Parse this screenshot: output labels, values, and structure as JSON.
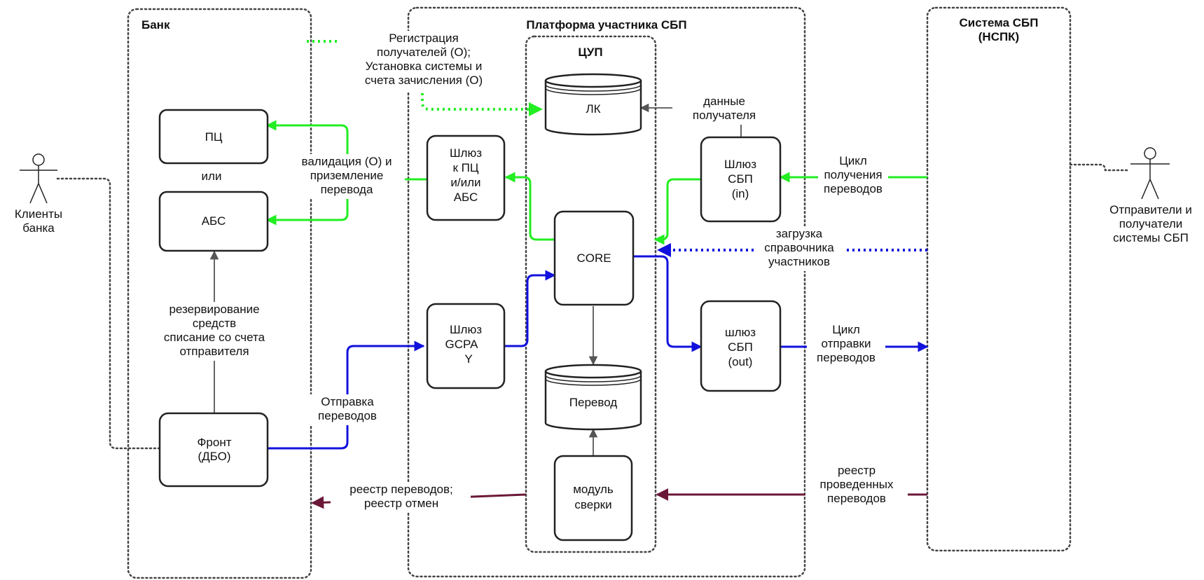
{
  "containers": {
    "bank": "Банк",
    "platform": "Платформа участника СБП",
    "cup": "ЦУП",
    "sbp_line1": "Система СБП",
    "sbp_line2": "(НСПК)"
  },
  "boxes": {
    "pc": "ПЦ",
    "or": "или",
    "abs": "АБС",
    "front": [
      "Фронт",
      "(ДБО)"
    ],
    "gw_pc": [
      "Шлюз",
      "к ПЦ",
      "и/или",
      "АБС"
    ],
    "gw_gcpa": [
      "Шлюз",
      "GCPA",
      "Y"
    ],
    "core": "CORE",
    "lk": "ЛК",
    "perevod": "Перевод",
    "modul": [
      "модуль",
      "сверки"
    ],
    "gw_in": [
      "Шлюз",
      "СБП",
      "(in)"
    ],
    "gw_out": [
      "шлюз",
      "СБП",
      "(out)"
    ]
  },
  "actors": {
    "clients": [
      "Клиенты",
      "банка"
    ],
    "senders": [
      "Отправители и",
      "получатели",
      "системы СБП"
    ]
  },
  "labels": {
    "registration": [
      "Регистрация",
      "получателей (О);",
      "Установка системы и",
      "счета зачисления (О)"
    ],
    "validation": [
      "валидация (О) и",
      "приземление",
      "перевода"
    ],
    "reserve": [
      "резервирование",
      "средств",
      "списание со счета",
      "отправителя"
    ],
    "send": [
      "Отправка",
      "переводов"
    ],
    "recipient_data": [
      "данные",
      "получателя"
    ],
    "cycle_in": [
      "Цикл",
      "получения",
      "переводов"
    ],
    "directory": [
      "загрузка",
      "справочника",
      "участников"
    ],
    "cycle_out": [
      "Цикл",
      "отправки",
      "переводов"
    ],
    "registry_done": [
      "реестр",
      "проведенных",
      "переводов"
    ],
    "registry_bank": [
      "реестр переводов;",
      "реестр отмен"
    ]
  },
  "colors": {
    "green": "#22ee22",
    "blue": "#1111dd",
    "maroon": "#6b1838",
    "gray": "#555555",
    "border": "#222222"
  }
}
